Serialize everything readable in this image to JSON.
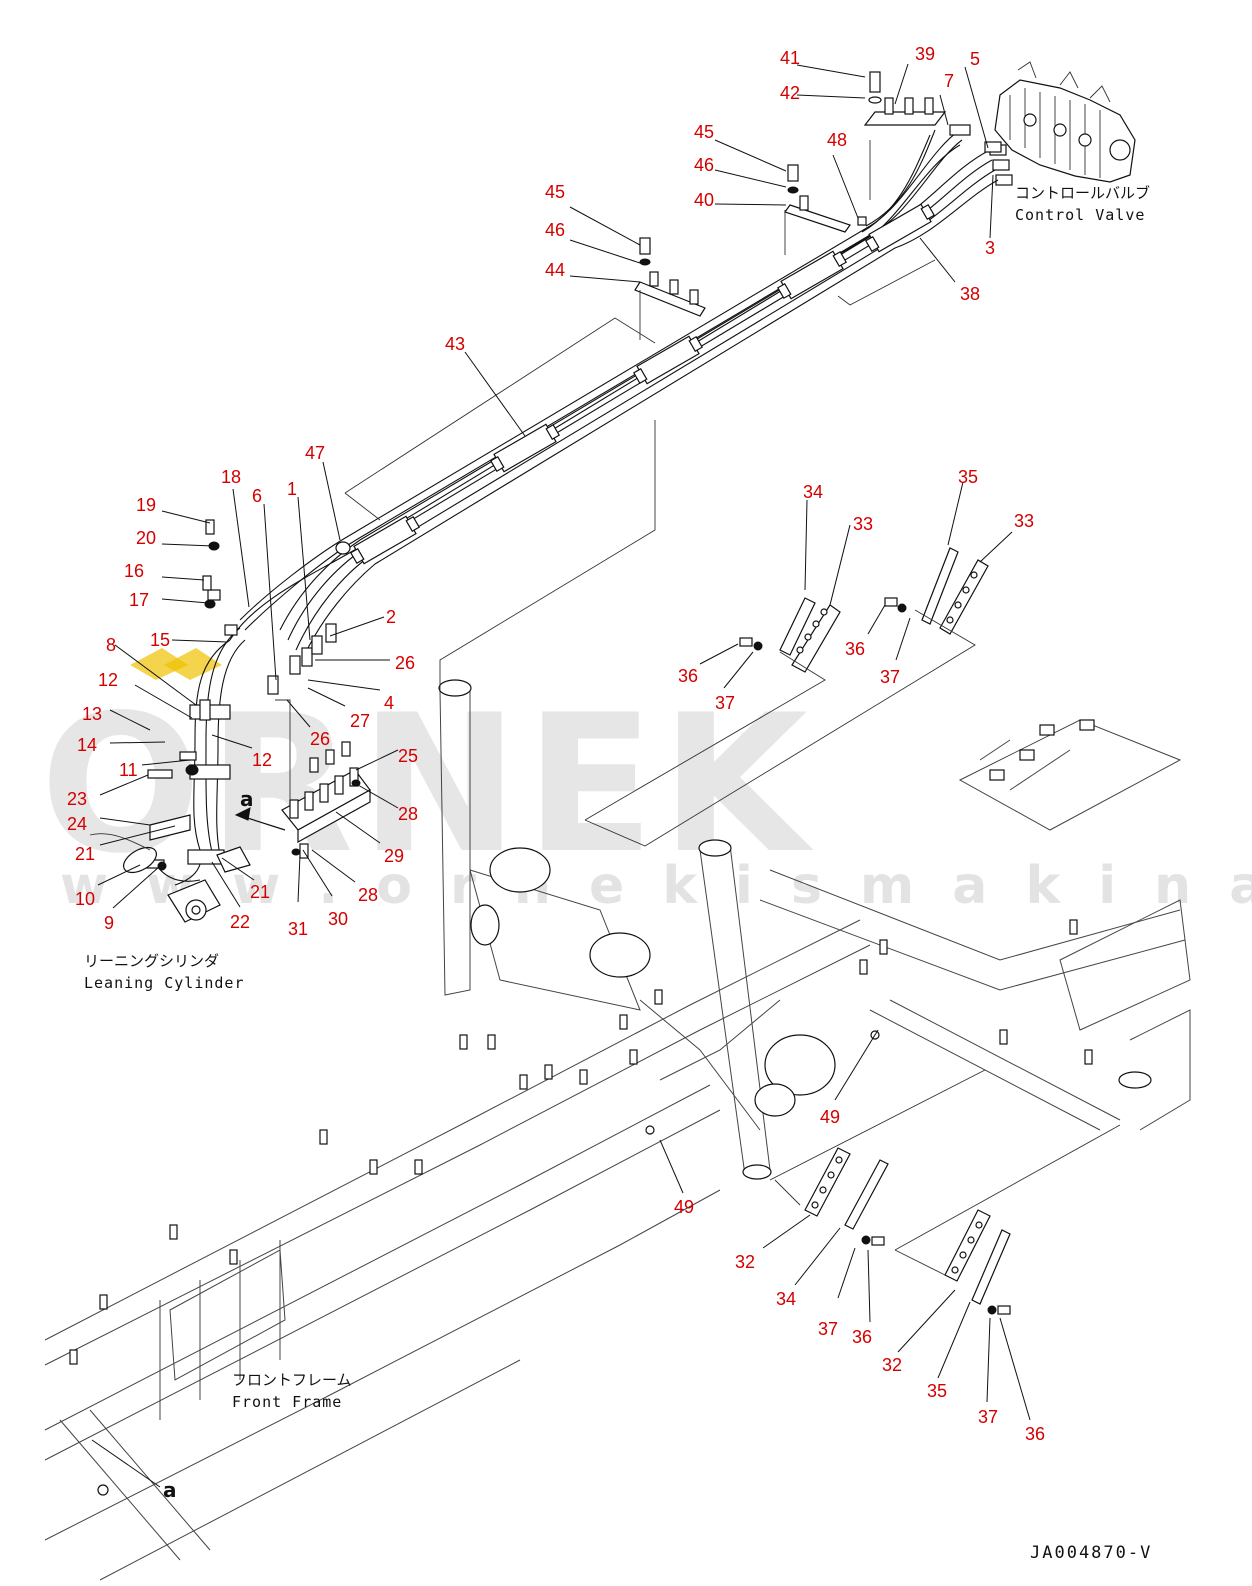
{
  "watermark": {
    "logo": "ORNEK",
    "url": "w w w . o r n e k i s m a k i n a l a r i . c o m . t r"
  },
  "notes": {
    "control_valve_jp": "コントロールバルブ",
    "control_valve_en": "Control Valve",
    "leaning_cylinder_jp": "リーニングシリンダ",
    "leaning_cylinder_en": "Leaning Cylinder",
    "front_frame_jp": "フロントフレーム",
    "front_frame_en": "Front Frame"
  },
  "ref_marks": [
    "a",
    "a"
  ],
  "drawing_code": "JA004870-V",
  "callouts": [
    {
      "id": "c41",
      "label": "41"
    },
    {
      "id": "c39",
      "label": "39"
    },
    {
      "id": "c5",
      "label": "5"
    },
    {
      "id": "c42",
      "label": "42"
    },
    {
      "id": "c7",
      "label": "7"
    },
    {
      "id": "c45a",
      "label": "45"
    },
    {
      "id": "c48",
      "label": "48"
    },
    {
      "id": "c46a",
      "label": "46"
    },
    {
      "id": "c40",
      "label": "40"
    },
    {
      "id": "c3",
      "label": "3"
    },
    {
      "id": "c38",
      "label": "38"
    },
    {
      "id": "c45b",
      "label": "45"
    },
    {
      "id": "c46b",
      "label": "46"
    },
    {
      "id": "c44",
      "label": "44"
    },
    {
      "id": "c43",
      "label": "43"
    },
    {
      "id": "c47",
      "label": "47"
    },
    {
      "id": "c18",
      "label": "18"
    },
    {
      "id": "c19",
      "label": "19"
    },
    {
      "id": "c6",
      "label": "6"
    },
    {
      "id": "c1",
      "label": "1"
    },
    {
      "id": "c20",
      "label": "20"
    },
    {
      "id": "c16",
      "label": "16"
    },
    {
      "id": "c17",
      "label": "17"
    },
    {
      "id": "c2",
      "label": "2"
    },
    {
      "id": "c15",
      "label": "15"
    },
    {
      "id": "c8",
      "label": "8"
    },
    {
      "id": "c26a",
      "label": "26"
    },
    {
      "id": "c12a",
      "label": "12"
    },
    {
      "id": "c4",
      "label": "4"
    },
    {
      "id": "c27",
      "label": "27"
    },
    {
      "id": "c13",
      "label": "13"
    },
    {
      "id": "c26b",
      "label": "26"
    },
    {
      "id": "c14",
      "label": "14"
    },
    {
      "id": "c12b",
      "label": "12"
    },
    {
      "id": "c11",
      "label": "11"
    },
    {
      "id": "c25",
      "label": "25"
    },
    {
      "id": "c23",
      "label": "23"
    },
    {
      "id": "c24",
      "label": "24"
    },
    {
      "id": "c28a",
      "label": "28"
    },
    {
      "id": "c21a",
      "label": "21"
    },
    {
      "id": "c29",
      "label": "29"
    },
    {
      "id": "c21b",
      "label": "21"
    },
    {
      "id": "c10",
      "label": "10"
    },
    {
      "id": "c28b",
      "label": "28"
    },
    {
      "id": "c9",
      "label": "9"
    },
    {
      "id": "c22",
      "label": "22"
    },
    {
      "id": "c31",
      "label": "31"
    },
    {
      "id": "c30",
      "label": "30"
    },
    {
      "id": "c34a",
      "label": "34"
    },
    {
      "id": "c33a",
      "label": "33"
    },
    {
      "id": "c35a",
      "label": "35"
    },
    {
      "id": "c33b",
      "label": "33"
    },
    {
      "id": "c36a",
      "label": "36"
    },
    {
      "id": "c36b",
      "label": "36"
    },
    {
      "id": "c37a",
      "label": "37"
    },
    {
      "id": "c37b",
      "label": "37"
    },
    {
      "id": "c49a",
      "label": "49"
    },
    {
      "id": "c49b",
      "label": "49"
    },
    {
      "id": "c32a",
      "label": "32"
    },
    {
      "id": "c34b",
      "label": "34"
    },
    {
      "id": "c37c",
      "label": "37"
    },
    {
      "id": "c36c",
      "label": "36"
    },
    {
      "id": "c32b",
      "label": "32"
    },
    {
      "id": "c35b",
      "label": "35"
    },
    {
      "id": "c37d",
      "label": "37"
    },
    {
      "id": "c36d",
      "label": "36"
    }
  ]
}
